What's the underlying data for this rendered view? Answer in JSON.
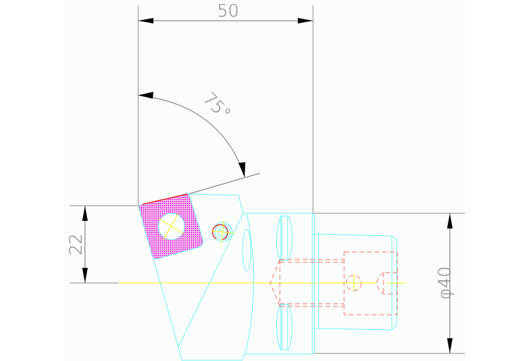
{
  "drawing": {
    "type": "Technical CAD drawing of a 75-degree indexable turning/boring tool head",
    "colors": {
      "dimension": "#6e6e6e",
      "outline": "#6ff2f2",
      "hidden": "#f07070",
      "centerline": "#f4f018",
      "insert_fill": "#ee44dd",
      "background": "#fbfdfa"
    },
    "dimensions": {
      "width_label": "50",
      "angle_label": "75°",
      "height_label": "22",
      "diameter_label": "φ40"
    }
  }
}
